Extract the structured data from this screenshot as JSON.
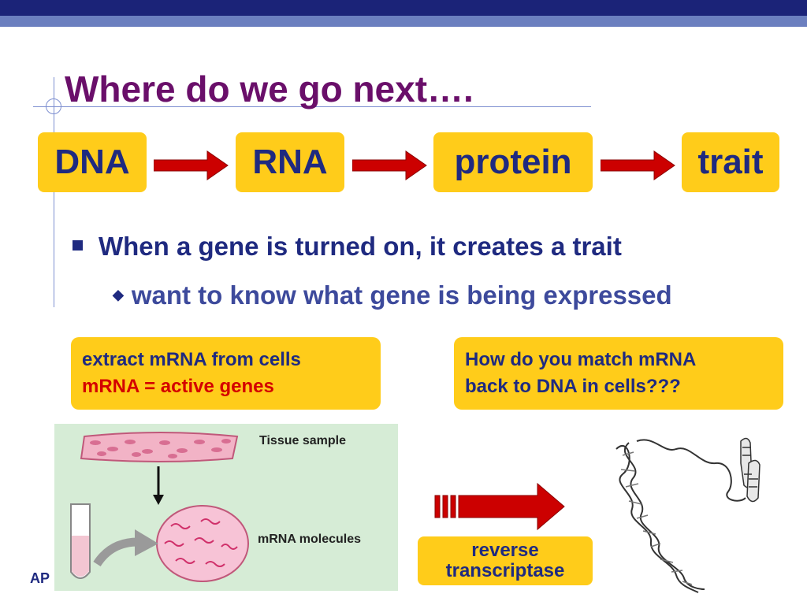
{
  "slide": {
    "title": "Where do we go next….",
    "flow": [
      "DNA",
      "RNA",
      "protein",
      "trait"
    ],
    "bullets": {
      "level1": "When a gene is turned on, it creates a trait",
      "level2": "want to know what gene is being expressed"
    },
    "box_left": {
      "line1": "extract mRNA from cells",
      "line2": "mRNA = active genes"
    },
    "box_right": {
      "line1": "How do you match mRNA",
      "line2": "back to DNA in cells???"
    },
    "diagram": {
      "tissue_label": "Tissue sample",
      "mrna_label": "mRNA molecules"
    },
    "enzyme": {
      "line1": "reverse",
      "line2": "transcriptase"
    },
    "footer": "AP"
  },
  "colors": {
    "title": "#6a0f6a",
    "text_navy": "#1f2a80",
    "box_yellow": "#ffcc1a",
    "arrow_red": "#cc0000",
    "highlight_red": "#d40000",
    "top_bar": "#1b2378"
  },
  "icons": [
    "square-bullet-icon",
    "diamond-bullet-icon",
    "flow-arrow-icon",
    "striped-arrow-icon",
    "dna-helix-icon",
    "chromosome-icon",
    "test-tube-icon"
  ]
}
